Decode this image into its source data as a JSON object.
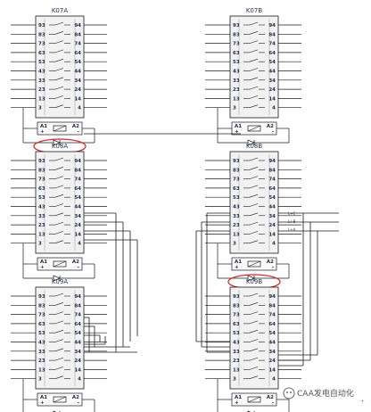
{
  "relays": [
    {
      "id": "K07A",
      "title": "K07A",
      "highlighted": false
    },
    {
      "id": "K07B",
      "title": "K07B",
      "highlighted": false
    },
    {
      "id": "K08A",
      "title": "K08A",
      "highlighted": true
    },
    {
      "id": "K08B",
      "title": "K08B",
      "highlighted": false
    },
    {
      "id": "K09A",
      "title": "K09A",
      "highlighted": false
    },
    {
      "id": "K09B",
      "title": "K09B",
      "highlighted": true
    }
  ],
  "contact_rows": [
    {
      "left": "93",
      "right": "94"
    },
    {
      "left": "83",
      "right": "84"
    },
    {
      "left": "73",
      "right": "74"
    },
    {
      "left": "63",
      "right": "64"
    },
    {
      "left": "53",
      "right": "54"
    },
    {
      "left": "43",
      "right": "44"
    },
    {
      "left": "33",
      "right": "34"
    },
    {
      "left": "23",
      "right": "24"
    },
    {
      "left": "13",
      "right": "14"
    },
    {
      "left": "3",
      "right": "4"
    }
  ],
  "coil": {
    "a1": "A1",
    "a2": "A2",
    "plus": "+",
    "minus": "-"
  },
  "signal_labels": [
    "L+C",
    "L+B",
    "L+A"
  ],
  "watermark": "CAA发电自动化",
  "colors": {
    "line": "#1a1a1a",
    "box": "#f2f2f2",
    "highlight": "#d42a2a",
    "title": "#223355"
  }
}
